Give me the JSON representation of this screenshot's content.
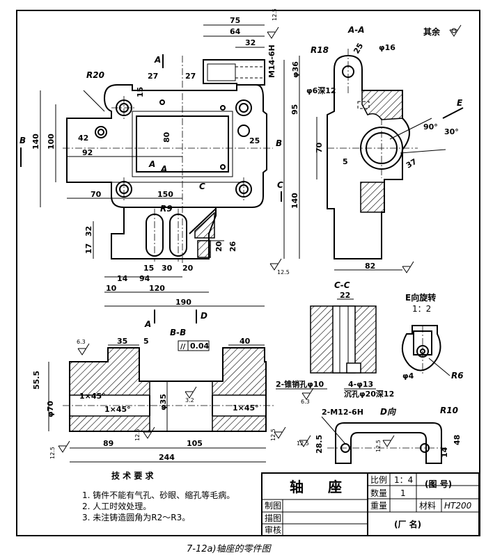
{
  "caption": "7-12a)轴座的零件图",
  "surface_note": "其余",
  "title_block": {
    "part_name": "轴  座",
    "scale_label": "比例",
    "scale_value": "1：4",
    "qty_label": "数量",
    "qty_value": "1",
    "weight_label": "重量",
    "material_label": "材料",
    "material_value": "HT200",
    "drawing_no": "(图  号)",
    "drawn_label": "制图",
    "traced_label": "描图",
    "checked_label": "审核",
    "factory": "(厂    名)"
  },
  "requirements": {
    "title": "技  术  要  求",
    "items": [
      "1. 铸件不能有气孔、砂眼、缩孔等毛病。",
      "2. 人工时效处理。",
      "3. 未注铸造圆角为R2～R3。"
    ]
  },
  "view_labels": {
    "aa": "A-A",
    "bb": "B-B",
    "cc": "C-C",
    "d_view": "D向",
    "e_rot": "E向旋转",
    "e_scale": "1：2",
    "a": "A",
    "b": "B",
    "c": "C",
    "d": "D",
    "e": "E"
  },
  "dims_top": {
    "d75": "75",
    "d64": "64",
    "d32": "32",
    "d25t": "25",
    "m14": "M14-6H",
    "r20": "R20",
    "d27a": "27",
    "d27b": "27",
    "d15": "15",
    "d140": "140",
    "d100": "100",
    "d42": "42",
    "d92": "92",
    "d80": "80",
    "d25": "25",
    "d70": "70",
    "d150": "150",
    "r9": "R9",
    "d32s": "32",
    "d17": "17",
    "d15b": "15",
    "d30": "30",
    "d20": "20",
    "d94": "94",
    "d14": "14",
    "d120": "120",
    "d10": "10",
    "d190": "190",
    "d20v": "20",
    "d26v": "26",
    "ra": "12.5"
  },
  "dims_aa": {
    "r18": "R18",
    "d25": "25",
    "phi16": "φ16",
    "phi36": "φ36",
    "phi6": "φ6深12",
    "d95": "95",
    "d70": "70",
    "d5": "5",
    "d140": "140",
    "d82": "82",
    "a90": "90°",
    "a30": "30°",
    "d37": "37"
  },
  "dims_bb": {
    "d35": "35",
    "d5": "5",
    "tol": "0.04",
    "d40": "40",
    "d55": "55.5",
    "phi70": "φ70",
    "ch1": "1×45°",
    "ch2": "1×45°",
    "ch3": "1×45°",
    "phi35": "φ35",
    "d89": "89",
    "d105": "105",
    "d244": "244",
    "ra63": "6.3",
    "ra32": "3.2",
    "ra125": "12.5"
  },
  "dims_cc": {
    "d22": "22",
    "pin": "2-锥销孔φ10",
    "cb": "4-φ13",
    "cb2": "沉孔φ20深12",
    "ra": "6.3"
  },
  "dims_d": {
    "m12": "2-M12-6H",
    "r10": "R10",
    "d28": "28.5",
    "d48": "48",
    "d14": "14",
    "ra": "12.5"
  },
  "dims_e": {
    "phi4": "φ4",
    "r6": "R6"
  }
}
